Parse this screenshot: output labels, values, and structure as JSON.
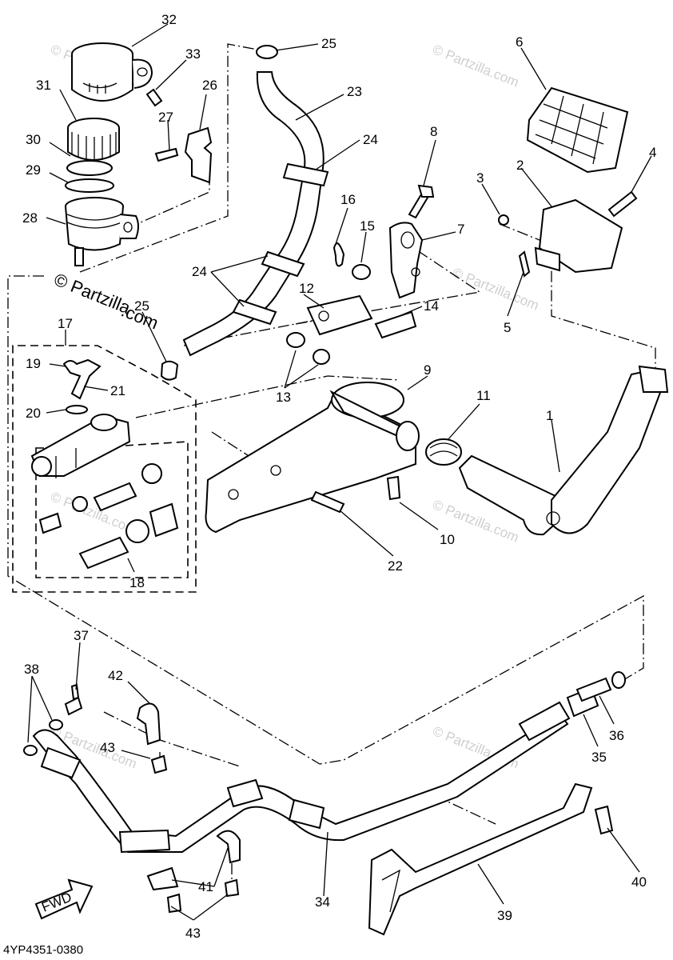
{
  "diagram_code": "4YP4351-0380",
  "fwd_label": "FWD",
  "watermark": "© Partzilla.com",
  "watermark_main_line1": "© Partzilla",
  "watermark_main_line2": ".com",
  "callouts": {
    "c1": "1",
    "c2": "2",
    "c3": "3",
    "c4": "4",
    "c5": "5",
    "c6": "6",
    "c7": "7",
    "c8": "8",
    "c9": "9",
    "c10": "10",
    "c11": "11",
    "c12": "12",
    "c13": "13",
    "c14": "14",
    "c15": "15",
    "c16": "16",
    "c17": "17",
    "c18": "18",
    "c19": "19",
    "c20": "20",
    "c21": "21",
    "c22": "22",
    "c23": "23",
    "c24a": "24",
    "c24b": "24",
    "c25a": "25",
    "c25b": "25",
    "c26": "26",
    "c27": "27",
    "c28": "28",
    "c29": "29",
    "c30": "30",
    "c31": "31",
    "c32": "32",
    "c33": "33",
    "c34": "34",
    "c35": "35",
    "c36": "36",
    "c37": "37",
    "c38": "38",
    "c39": "39",
    "c40": "40",
    "c41": "41",
    "c42": "42",
    "c43a": "43",
    "c43b": "43"
  }
}
